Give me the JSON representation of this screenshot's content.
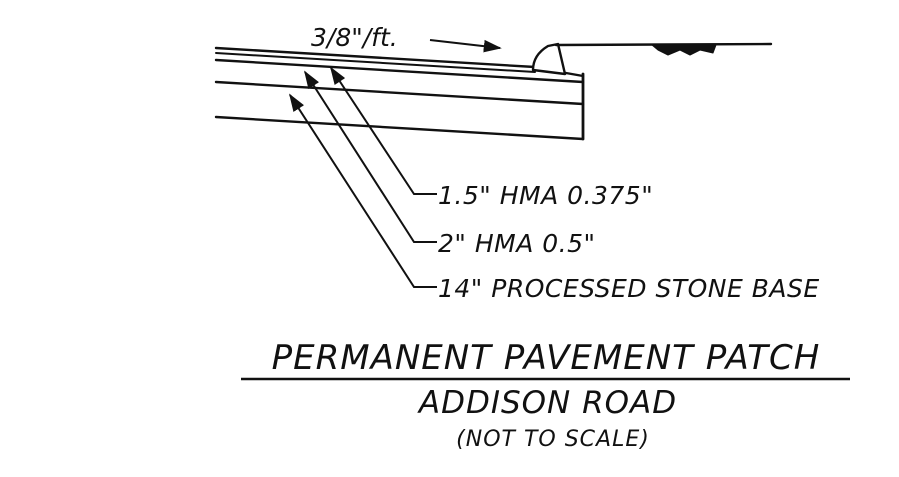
{
  "slope": {
    "text": "3/8\"/ft."
  },
  "layers": [
    {
      "label": "1.5\" HMA 0.375\""
    },
    {
      "label": "2\" HMA 0.5\""
    },
    {
      "label": "14\" PROCESSED STONE BASE"
    }
  ],
  "title": {
    "line1": "PERMANENT PAVEMENT PATCH",
    "line2": "ADDISON ROAD",
    "note": "(NOT TO SCALE)"
  },
  "colors": {
    "ink": "#111111",
    "background": "#ffffff"
  }
}
